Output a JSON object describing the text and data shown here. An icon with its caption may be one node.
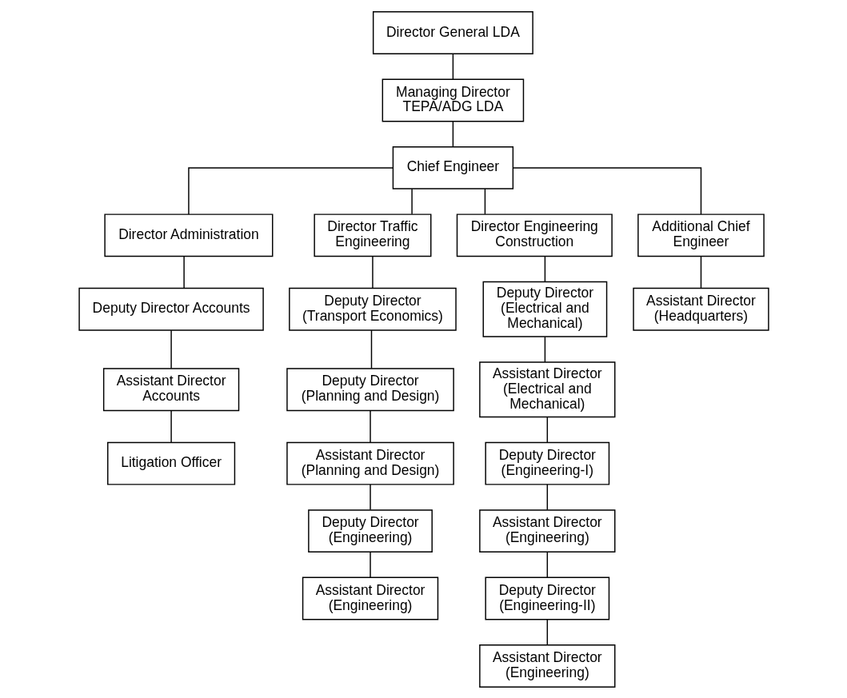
{
  "diagram": {
    "nodes": [
      {
        "text": [
          "Director General LDA"
        ]
      },
      {
        "text": [
          "Managing Director TEPA/ADG LDA"
        ]
      },
      {
        "text": [
          "Chief Engineer"
        ]
      },
      {
        "text": [
          "Director Administration"
        ]
      },
      {
        "text": [
          "Director Traffic Engineering"
        ]
      },
      {
        "text": [
          "Director Engineering Construction"
        ]
      },
      {
        "text": [
          "Additional Chief Engineer"
        ]
      },
      {
        "text": [
          "Deputy Director Accounts"
        ]
      },
      {
        "text": [
          "Assistant Director Accounts"
        ]
      },
      {
        "text": [
          "Litigation Officer"
        ]
      },
      {
        "text": [
          "Deputy Director (Transport Economics)"
        ]
      },
      {
        "text": [
          "Deputy Director (Planning and Design)"
        ]
      },
      {
        "text": [
          "Assistant Director (Planning and Design)"
        ]
      },
      {
        "text": [
          "Deputy Director (Engineering)"
        ]
      },
      {
        "text": [
          "Assistant Director (Engineering)"
        ]
      },
      {
        "text": [
          "Deputy Director (Electrical and Mechanical)"
        ]
      },
      {
        "text": [
          "Assistant Director (Electrical and Mechanical)"
        ]
      },
      {
        "text": [
          "Deputy Director (Engineering-I)"
        ]
      },
      {
        "text": [
          "Assistant Director (Engineering)"
        ]
      },
      {
        "text": [
          "Deputy Director (Engineering-II)"
        ]
      },
      {
        "text": [
          "Assistant Director (Engineering)"
        ]
      },
      {
        "text": [
          "Assistant Director (Headquarters)"
        ]
      }
    ],
    "edges": [
      {
        "from": 0,
        "to": 1,
        "arrow": "none"
      },
      {
        "from": 1,
        "to": 2,
        "arrow": "none"
      },
      {
        "from": 2,
        "to": 3,
        "arrow": "none"
      },
      {
        "from": 2,
        "to": 4,
        "arrow": "none"
      },
      {
        "from": 2,
        "to": 5,
        "arrow": "none"
      },
      {
        "from": 2,
        "to": 6,
        "arrow": "none"
      },
      {
        "from": 3,
        "to": 7,
        "arrow": "none"
      },
      {
        "from": 7,
        "to": 8,
        "arrow": "none"
      },
      {
        "from": 8,
        "to": 9,
        "arrow": "none"
      },
      {
        "from": 4,
        "to": 10,
        "arrow": "none"
      },
      {
        "from": 10,
        "to": 11,
        "arrow": "none"
      },
      {
        "from": 11,
        "to": 12,
        "arrow": "none"
      },
      {
        "from": 12,
        "to": 13,
        "arrow": "none"
      },
      {
        "from": 13,
        "to": 14,
        "arrow": "none"
      },
      {
        "from": 5,
        "to": 15,
        "arrow": "none"
      },
      {
        "from": 15,
        "to": 16,
        "arrow": "none"
      },
      {
        "from": 16,
        "to": 17,
        "arrow": "none"
      },
      {
        "from": 17,
        "to": 18,
        "arrow": "none"
      },
      {
        "from": 18,
        "to": 19,
        "arrow": "none"
      },
      {
        "from": 19,
        "to": 20,
        "arrow": "none"
      },
      {
        "from": 6,
        "to": 21,
        "arrow": "none"
      }
    ]
  }
}
